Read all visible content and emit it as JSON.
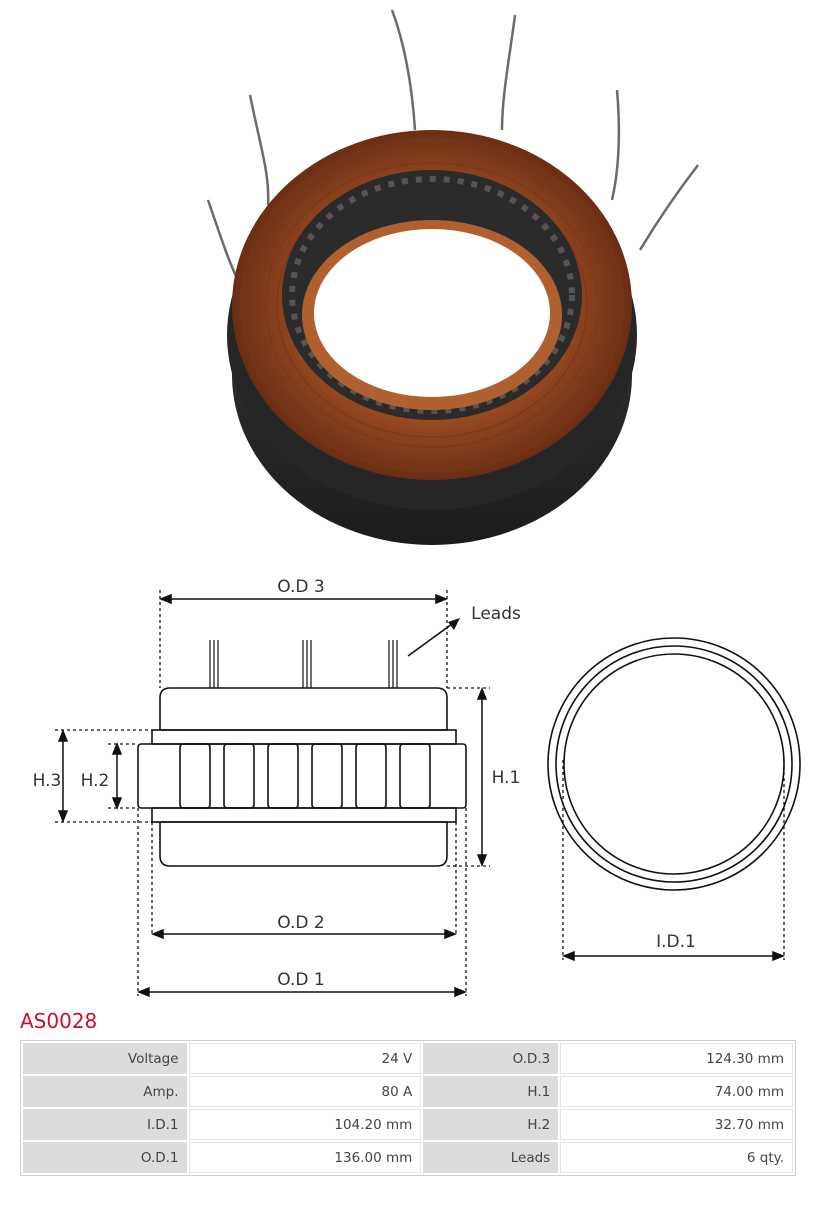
{
  "product": {
    "part_number": "AS0028"
  },
  "diagram": {
    "labels": {
      "od3": "O.D 3",
      "leads": "Leads",
      "h1": "H.1",
      "h2": "H.2",
      "h3": "H.3",
      "od2": "O.D 2",
      "od1": "O.D 1",
      "id1": "I.D.1"
    }
  },
  "specs": {
    "rows": [
      {
        "label_a": "Voltage",
        "value_a": "24 V",
        "label_b": "O.D.3",
        "value_b": "124.30 mm"
      },
      {
        "label_a": "Amp.",
        "value_a": "80 A",
        "label_b": "H.1",
        "value_b": "74.00 mm"
      },
      {
        "label_a": "I.D.1",
        "value_a": "104.20 mm",
        "label_b": "H.2",
        "value_b": "32.70 mm"
      },
      {
        "label_a": "O.D.1",
        "value_a": "136.00 mm",
        "label_b": "Leads",
        "value_b": "6 qty."
      }
    ]
  },
  "colors": {
    "accent": "#c8102e",
    "copper": "#a0522d",
    "core": "#2b2b2b"
  }
}
